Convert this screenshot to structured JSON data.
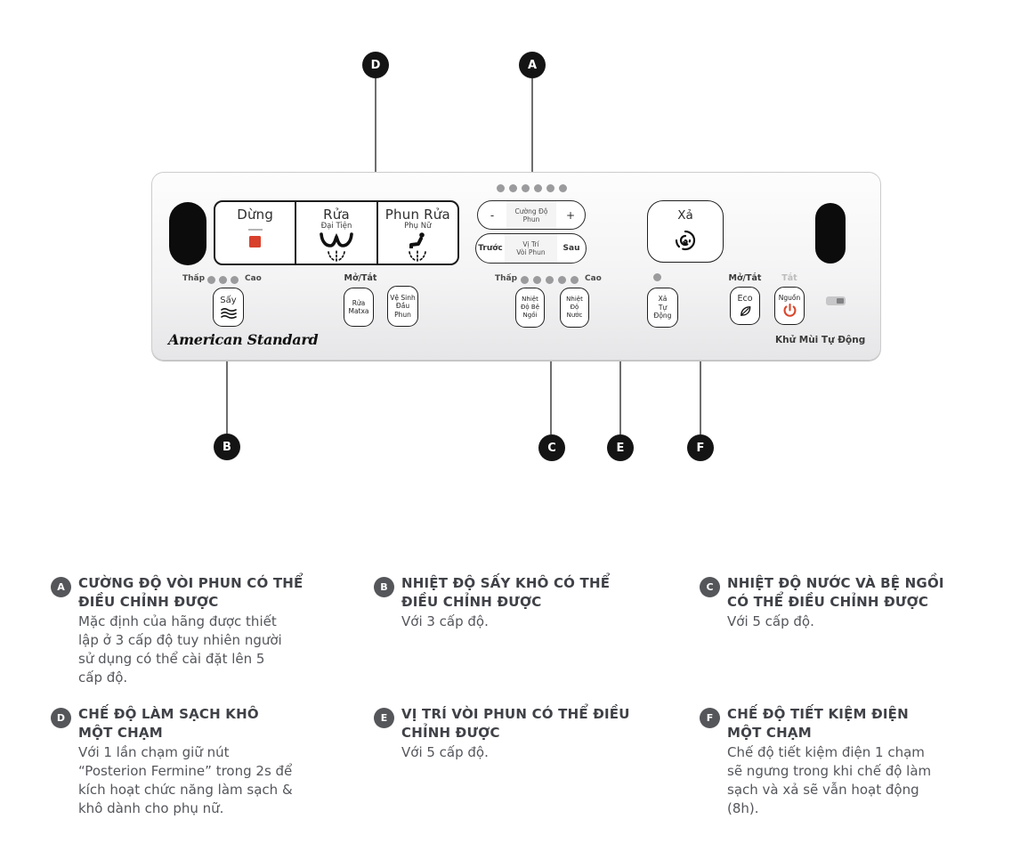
{
  "remote": {
    "brand": "American Standard",
    "stop_button": {
      "label": "Dừng"
    },
    "wash_button": {
      "label": "Rửa",
      "sublabel": "Đại Tiện"
    },
    "front_wash_button": {
      "label": "Phun Rửa",
      "sublabel": "Phụ Nữ"
    },
    "spray_intensity": {
      "minus": "-",
      "label": "Cường Độ\nPhun",
      "plus": "+"
    },
    "nozzle_position": {
      "front": "Trước",
      "label": "Vị Trí\nVòi Phun",
      "back": "Sau"
    },
    "flush_button": {
      "label": "Xả"
    },
    "dry_scale": {
      "low": "Thấp",
      "high": "Cao"
    },
    "dry_button": {
      "label": "Sấy"
    },
    "massage_group_label": "Mở/Tắt",
    "massage_button": {
      "label": "Rửa\nMatxa"
    },
    "nozzle_clean_button": {
      "label": "Vệ Sinh\nĐầu\nPhun"
    },
    "temp_scale": {
      "low": "Thấp",
      "high": "Cao"
    },
    "seat_temp_button": {
      "label": "Nhiệt\nĐộ Bệ\nNgồi"
    },
    "water_temp_button": {
      "label": "Nhiệt\nĐộ\nNước"
    },
    "auto_flush_button": {
      "label": "Xả\nTự\nĐộng"
    },
    "eco_group_label": "Mở/Tắt",
    "eco_button": {
      "label": "Eco"
    },
    "power_group_label": "Tắt",
    "power_button": {
      "label": "Nguồn"
    },
    "deodorizer_label": "Khử Mùi Tự Động"
  },
  "markers": {
    "a": "A",
    "b": "B",
    "c": "C",
    "d": "D",
    "e": "E",
    "f": "F"
  },
  "descriptions": [
    {
      "letter": "A",
      "title": "CƯỜNG ĐỘ VÒI PHUN CÓ THỂ\nĐIỀU CHỈNH ĐƯỢC",
      "body": "Mặc định của hãng được thiết\nlập ở 3 cấp độ tuy nhiên người\nsử dụng có thể cài đặt lên 5\ncấp độ."
    },
    {
      "letter": "B",
      "title": "NHIỆT ĐỘ SẤY KHÔ CÓ THỂ\nĐIỀU CHỈNH ĐƯỢC",
      "body": "Với 3 cấp độ."
    },
    {
      "letter": "C",
      "title": "NHIỆT ĐỘ NƯỚC VÀ BỆ NGỒI\nCÓ THỂ ĐIỀU CHỈNH ĐƯỢC",
      "body": "Với 5 cấp độ."
    },
    {
      "letter": "D",
      "title": "CHẾ ĐỘ LÀM SẠCH KHÔ\nMỘT CHẠM",
      "body": "Với 1 lần chạm giữ nút\n“Posterion Fermine” trong 2s để\nkích hoạt chức năng làm sạch &\nkhô dành cho phụ nữ."
    },
    {
      "letter": "E",
      "title": "VỊ TRÍ VÒI PHUN CÓ THỂ ĐIỀU\nCHỈNH ĐƯỢC",
      "body": "Với 5 cấp độ."
    },
    {
      "letter": "F",
      "title": "CHẾ ĐỘ TIẾT KIỆM ĐIỆN\nMỘT CHẠM",
      "body": "Chế độ tiết kiệm điện 1 chạm\nsẽ ngưng trong khi chế độ làm\nsạch và xả sẽ vẫn hoạt động\n(8h)."
    }
  ],
  "colors": {
    "accent_red": "#d8402c",
    "marker_black": "#141414",
    "badge_gray": "#55565a"
  }
}
